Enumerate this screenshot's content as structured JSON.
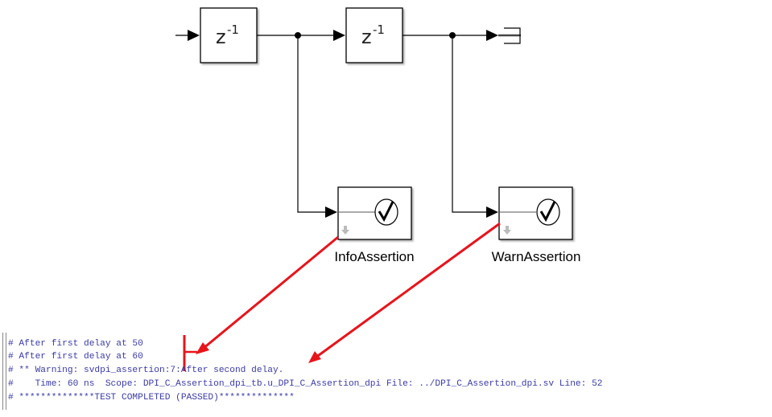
{
  "diagram": {
    "delay_blocks": [
      {
        "label": "z",
        "superscript": "-1"
      },
      {
        "label": "z",
        "superscript": "-1"
      }
    ],
    "assertion_blocks": [
      {
        "name": "InfoAssertion",
        "icon": "check-circle-icon"
      },
      {
        "name": "WarnAssertion",
        "icon": "check-circle-icon"
      }
    ],
    "terminator": {
      "icon": "terminator-icon"
    },
    "annotation_color": "#e8141b"
  },
  "log": {
    "lines": [
      "# After first delay at 50",
      "# After first delay at 60",
      "# ** Warning: svdpi_assertion:7:After second delay.",
      "#    Time: 60 ns  Scope: DPI_C_Assertion_dpi_tb.u_DPI_C_Assertion_dpi File: ../DPI_C_Assertion_dpi.sv Line: 52",
      "# **************TEST COMPLETED (PASSED)**************"
    ],
    "text_color": "#3a3aa8"
  }
}
